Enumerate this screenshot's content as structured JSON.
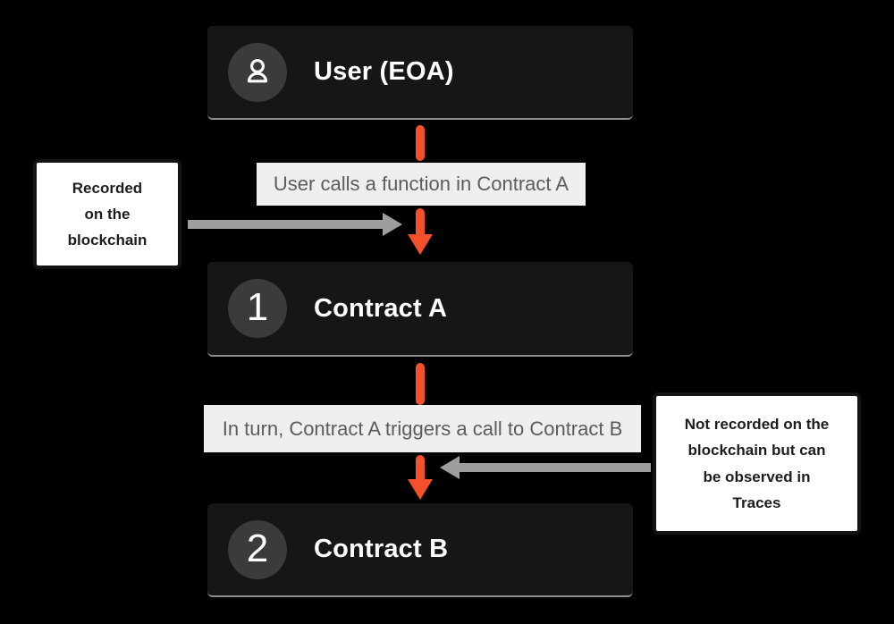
{
  "colors": {
    "background": "#000000",
    "node_bg": "#161616",
    "node_underline": "#8f8f8f",
    "badge_bg": "#3b3b3b",
    "title_text": "#ffffff",
    "label_bg": "#efefef",
    "label_text": "#5c5c5c",
    "note_bg": "#ffffff",
    "note_text": "#1d1d1d",
    "arrow_orange": "#f4502b",
    "arrow_gray": "#9e9e9e"
  },
  "nodes": {
    "user": {
      "title": "User (EOA)",
      "icon": "user-icon"
    },
    "contract_a": {
      "badge": "1",
      "title": "Contract A"
    },
    "contract_b": {
      "badge": "2",
      "title": "Contract B"
    }
  },
  "edge_labels": {
    "user_to_a": "User calls a function in Contract A",
    "a_to_b": "In turn, Contract A triggers a call to Contract B"
  },
  "notes": {
    "left": "Recorded\non the\nblockchain",
    "right": "Not recorded on the\nblockchain but can\nbe observed in\nTraces"
  }
}
